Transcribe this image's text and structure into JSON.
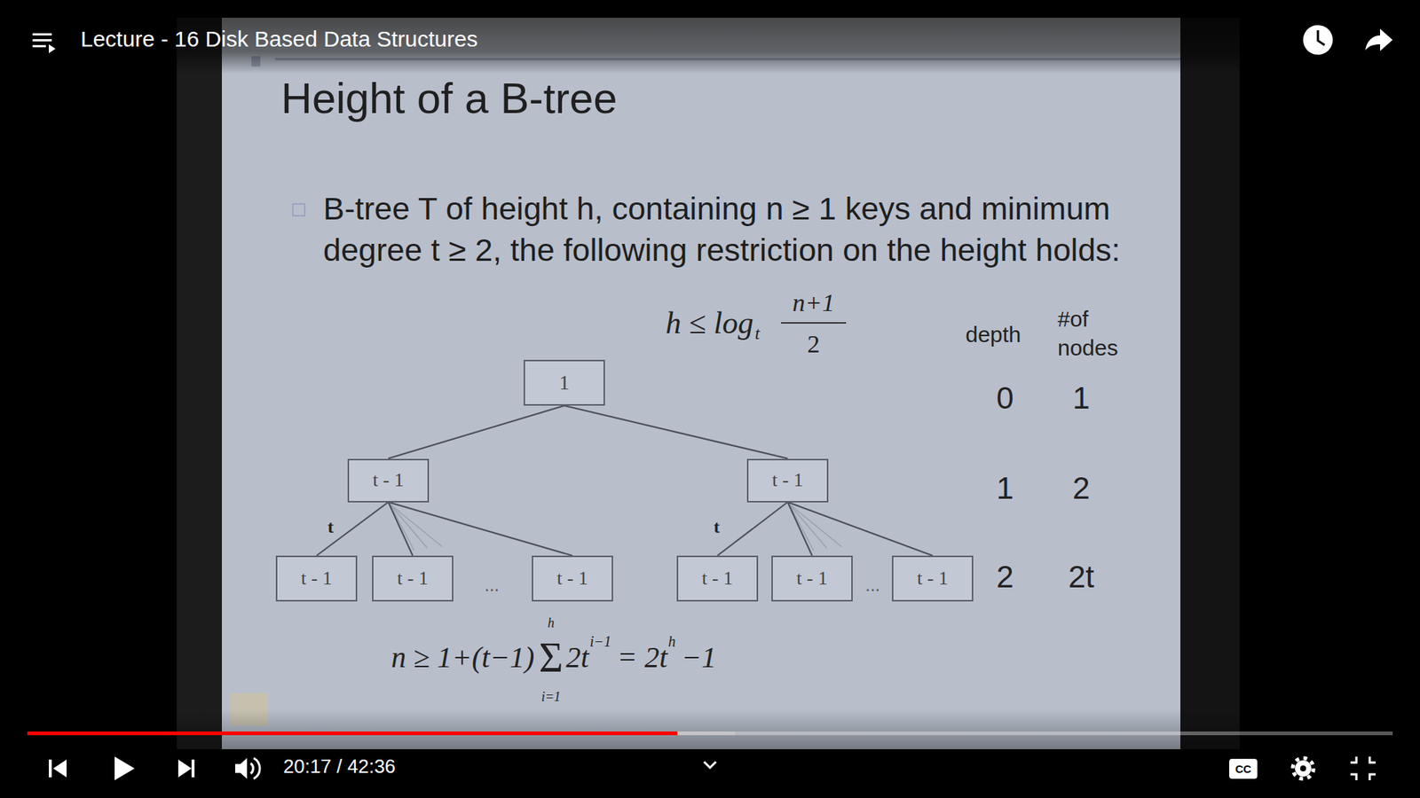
{
  "diagram": {
    "title": "Height of a B-tree",
    "nodes": [
      {
        "text": [
          "1"
        ]
      },
      {
        "text": [
          "t - 1"
        ]
      },
      {
        "text": [
          "t - 1"
        ]
      },
      {
        "text": [
          "t - 1"
        ]
      },
      {
        "text": [
          "t - 1"
        ]
      },
      {
        "text": [
          "t - 1"
        ]
      },
      {
        "text": [
          "t - 1"
        ]
      },
      {
        "text": [
          "t - 1"
        ]
      },
      {
        "text": [
          "t - 1"
        ]
      }
    ],
    "edges": [
      {
        "from": 0,
        "to": 1,
        "arrow": "none"
      },
      {
        "from": 0,
        "to": 2,
        "arrow": "none"
      },
      {
        "from": 1,
        "to": 3,
        "arrow": "none"
      },
      {
        "from": 1,
        "to": 4,
        "arrow": "none"
      },
      {
        "from": 1,
        "to": 5,
        "arrow": "none"
      },
      {
        "from": 2,
        "to": 6,
        "arrow": "none"
      },
      {
        "from": 2,
        "to": 7,
        "arrow": "none"
      },
      {
        "from": 2,
        "to": 8,
        "arrow": "none"
      }
    ],
    "labels": [
      "Lecture - 16 Disk Based Data Structures",
      "B-tree T of height h, containing n ≥ 1 keys and minimum degree t ≥ 2, the following restriction on the height holds:",
      "h ≤ log",
      "t",
      "n+1",
      "2",
      "depth",
      "#of nodes",
      "0",
      "1",
      "1",
      "2",
      "2",
      "2t",
      "t",
      "...",
      "t",
      "...",
      "n ≥ 1+(t−1)",
      "Σ",
      "h",
      "i=1",
      "2t",
      "i−1",
      "= 2t",
      "h",
      "−1",
      "20:17 / 42:36",
      "CC"
    ]
  }
}
